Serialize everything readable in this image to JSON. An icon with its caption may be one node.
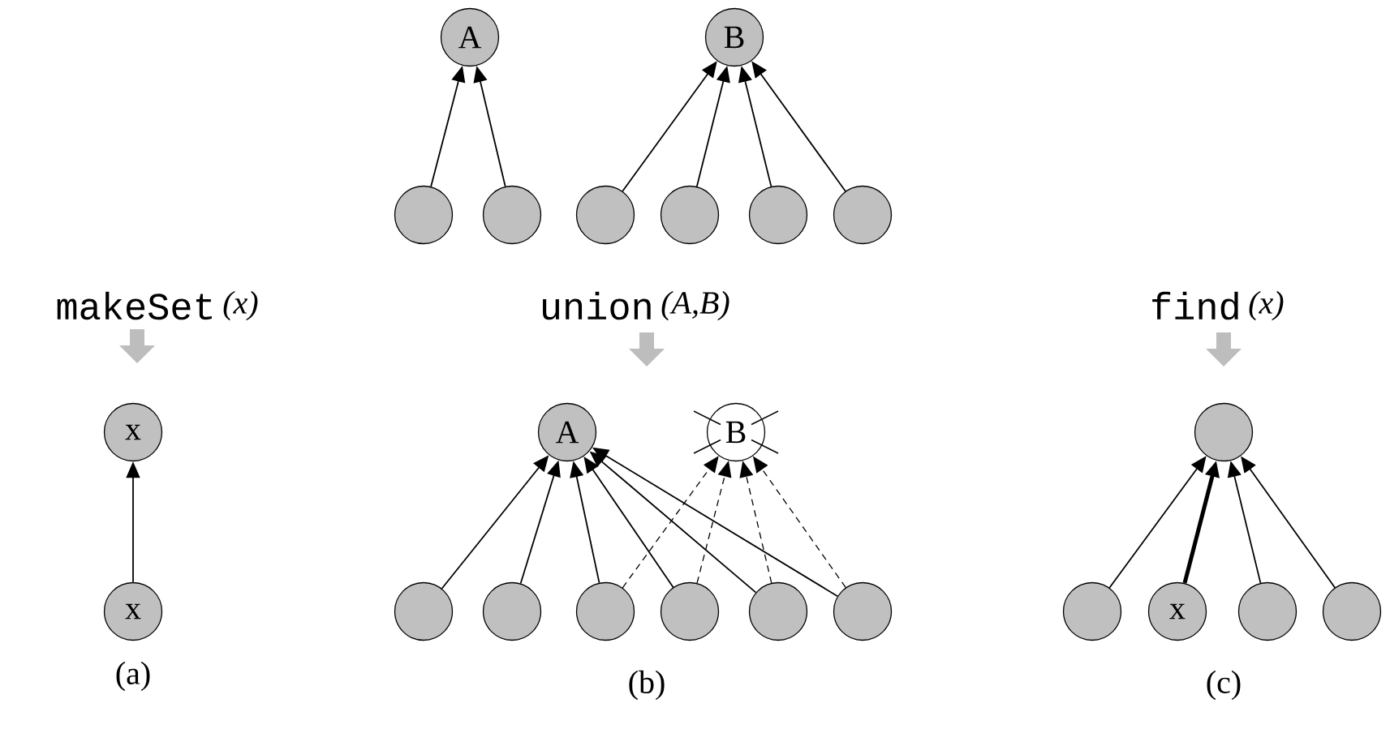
{
  "diagram": {
    "nodes": [
      {
        "text": [
          "A"
        ]
      },
      {
        "text": [
          "B"
        ]
      },
      {
        "text": [],
        "shape": "circle"
      },
      {
        "text": [],
        "shape": "circle"
      },
      {
        "text": [],
        "shape": "circle"
      },
      {
        "text": [],
        "shape": "circle"
      },
      {
        "text": [],
        "shape": "circle"
      },
      {
        "text": [],
        "shape": "circle"
      },
      {
        "text": [
          "x"
        ]
      },
      {
        "text": [
          "x"
        ]
      },
      {
        "text": [
          "A"
        ]
      },
      {
        "text": [
          "B"
        ]
      },
      {
        "text": [],
        "shape": "circle"
      },
      {
        "text": [],
        "shape": "circle"
      },
      {
        "text": [],
        "shape": "circle"
      },
      {
        "text": [],
        "shape": "circle"
      },
      {
        "text": [],
        "shape": "circle"
      },
      {
        "text": [],
        "shape": "circle"
      },
      {
        "text": [],
        "shape": "circle"
      },
      {
        "text": [],
        "shape": "circle"
      },
      {
        "text": [
          "x"
        ]
      },
      {
        "text": [],
        "shape": "circle"
      },
      {
        "text": [],
        "shape": "circle"
      }
    ],
    "edges": [
      {
        "from": 2,
        "to": 0,
        "arrow": "to"
      },
      {
        "from": 3,
        "to": 0,
        "arrow": "to"
      },
      {
        "from": 4,
        "to": 1,
        "arrow": "to"
      },
      {
        "from": 5,
        "to": 1,
        "arrow": "to"
      },
      {
        "from": 6,
        "to": 1,
        "arrow": "to"
      },
      {
        "from": 7,
        "to": 1,
        "arrow": "to"
      },
      {
        "from": 9,
        "to": 8,
        "arrow": "to"
      },
      {
        "from": 12,
        "to": 10,
        "arrow": "to"
      },
      {
        "from": 13,
        "to": 10,
        "arrow": "to"
      },
      {
        "from": 14,
        "to": 10,
        "arrow": "to"
      },
      {
        "from": 15,
        "to": 10,
        "arrow": "to"
      },
      {
        "from": 16,
        "to": 10,
        "arrow": "to"
      },
      {
        "from": 17,
        "to": 10,
        "arrow": "to"
      },
      {
        "from": 14,
        "to": 11,
        "arrow": "to",
        "style": "dashed"
      },
      {
        "from": 15,
        "to": 11,
        "arrow": "to",
        "style": "dashed"
      },
      {
        "from": 16,
        "to": 11,
        "arrow": "to",
        "style": "dashed"
      },
      {
        "from": 17,
        "to": 11,
        "arrow": "to",
        "style": "dashed"
      },
      {
        "from": 19,
        "to": 18,
        "arrow": "to"
      },
      {
        "from": 20,
        "to": 18,
        "arrow": "to",
        "style": "thick"
      },
      {
        "from": 21,
        "to": 18,
        "arrow": "to"
      },
      {
        "from": 22,
        "to": 18,
        "arrow": "to"
      }
    ],
    "labels": [
      "makeSet",
      "(x)",
      "union",
      "(A,B)",
      "find",
      "(x)",
      "(a)",
      "(b)",
      "(c)"
    ]
  }
}
